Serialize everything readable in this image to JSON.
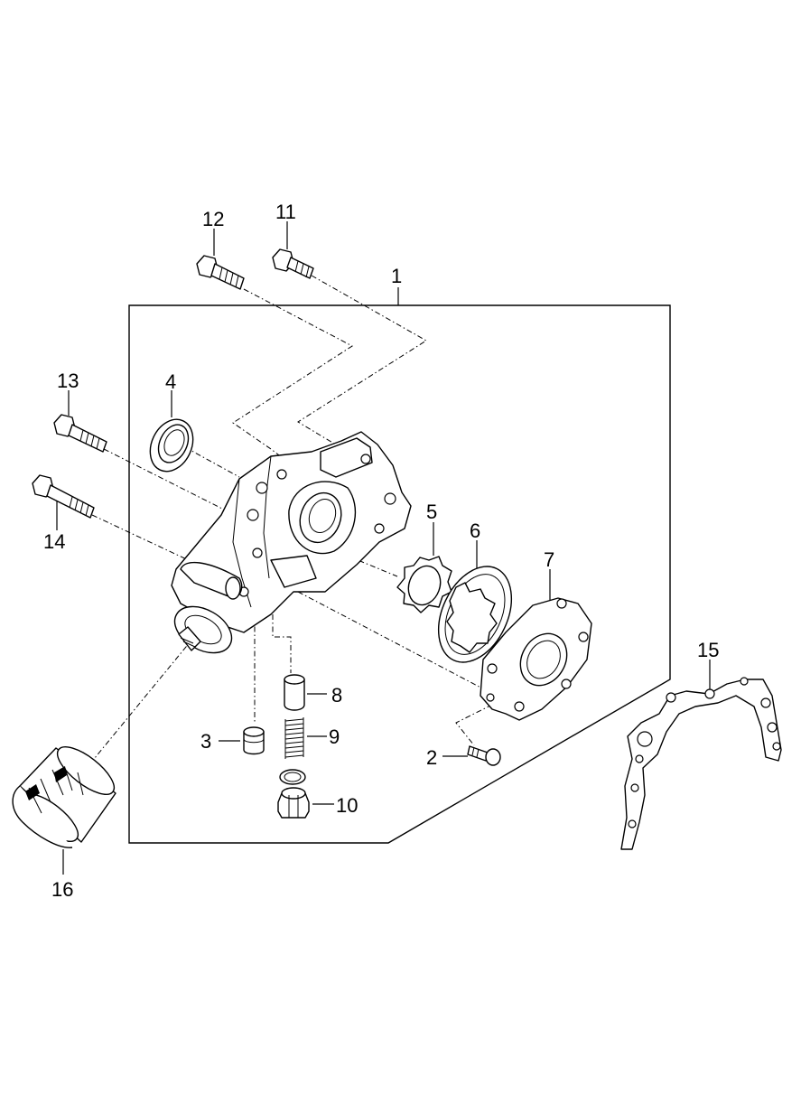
{
  "diagram": {
    "callouts": [
      {
        "id": "1",
        "text": "1"
      },
      {
        "id": "2",
        "text": "2"
      },
      {
        "id": "3",
        "text": "3"
      },
      {
        "id": "4",
        "text": "4"
      },
      {
        "id": "5",
        "text": "5"
      },
      {
        "id": "6",
        "text": "6"
      },
      {
        "id": "7",
        "text": "7"
      },
      {
        "id": "8",
        "text": "8"
      },
      {
        "id": "9",
        "text": "9"
      },
      {
        "id": "10",
        "text": "10"
      },
      {
        "id": "11",
        "text": "11"
      },
      {
        "id": "12",
        "text": "12"
      },
      {
        "id": "13",
        "text": "13"
      },
      {
        "id": "14",
        "text": "14"
      },
      {
        "id": "15",
        "text": "15"
      },
      {
        "id": "16",
        "text": "16"
      }
    ]
  }
}
